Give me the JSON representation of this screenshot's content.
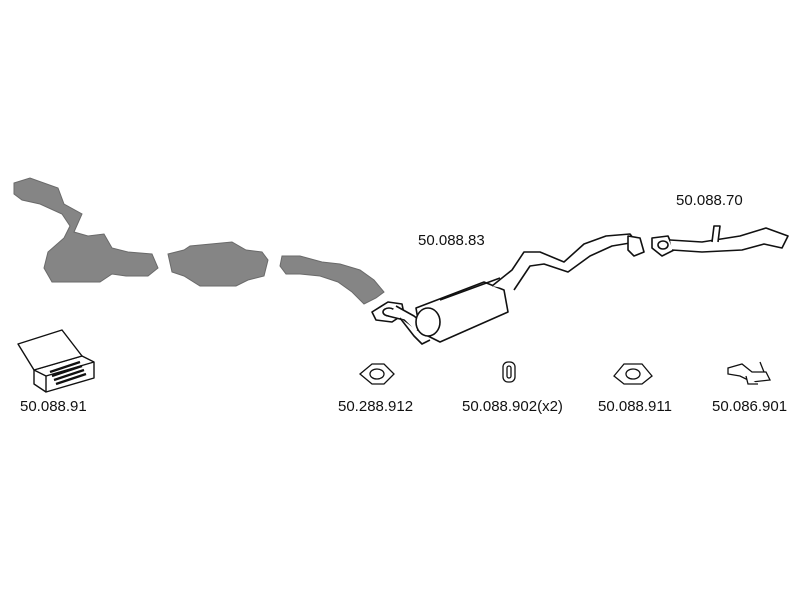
{
  "labels": {
    "muffler_assembly": "50.088.83",
    "tail_pipe": "50.088.70",
    "mounting_kit": "50.088.91",
    "gasket_front": "50.288.912",
    "rubber_hanger": "50.088.902(x2)",
    "gasket_rear": "50.088.911",
    "clamp_bracket": "50.086.901"
  }
}
